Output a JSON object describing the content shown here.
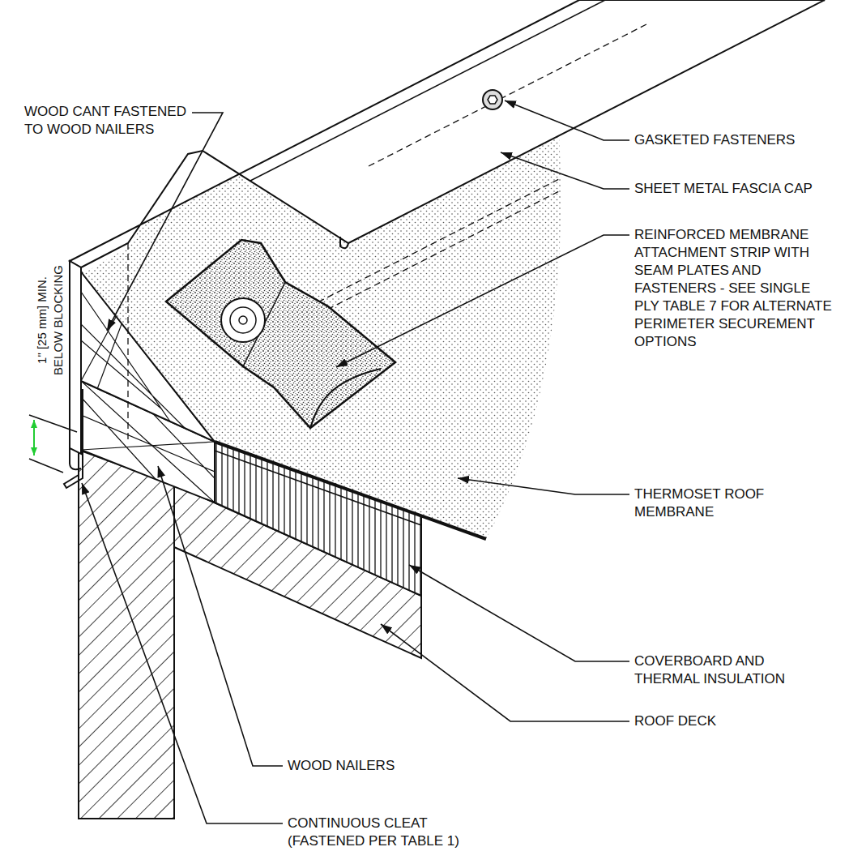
{
  "diagram": {
    "labels": [
      "WOOD CANT FASTENED TO WOOD NAILERS",
      "GASKETED FASTENERS",
      "SHEET METAL FASCIA CAP",
      "REINFORCED MEMBRANE ATTACHMENT STRIP WITH SEAM PLATES AND FASTENERS - SEE SINGLE PLY TABLE 7 FOR ALTERNATE PERIMETER SECUREMENT OPTIONS",
      "THERMOSET ROOF MEMBRANE",
      "COVERBOARD AND THERMAL INSULATION",
      "ROOF DECK",
      "WOOD NAILERS",
      "CONTINUOUS CLEAT (FASTENED PER TABLE 1)",
      "1\" [25 mm] MIN. BELOW BLOCKING"
    ]
  }
}
